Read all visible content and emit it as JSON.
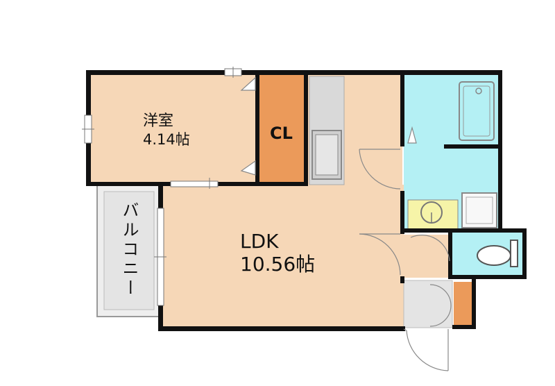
{
  "floor_plan": {
    "rooms": {
      "western_room": {
        "name": "洋室",
        "size": "4.14帖"
      },
      "closet": {
        "label": "CL"
      },
      "ldk": {
        "name": "LDK",
        "size": "10.56帖"
      },
      "balcony": {
        "label": "バルコニー"
      }
    },
    "colors": {
      "wall": "#111111",
      "room_floor": "#f6d7b7",
      "closet": "#eb9a5a",
      "wet_area": "#b4f0f4",
      "kitchen_counter": "#d9d9d9",
      "balcony": "#eeeeee",
      "sink": "#f6f4a8"
    }
  }
}
